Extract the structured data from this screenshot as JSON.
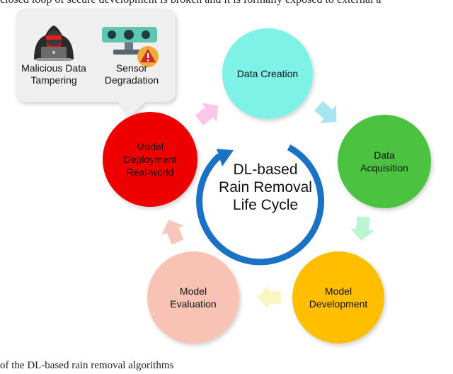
{
  "caption_fragment_top": "closed loop of secure development is broken and it is formally exposed to external a",
  "caption_fragment_bottom": "of the DL-based rain removal algorithms",
  "center": {
    "lines": [
      "DL-based",
      "Rain Removal",
      "Life Cycle"
    ],
    "arrow_color": "#1a72c4"
  },
  "stages": [
    {
      "id": "data-creation",
      "lines": [
        "Data Creation"
      ],
      "color": "#7ff2e8"
    },
    {
      "id": "data-acquisition",
      "lines": [
        "Data",
        "Acquisition"
      ],
      "color": "#4cc33f"
    },
    {
      "id": "model-development",
      "lines": [
        "Model",
        "Development"
      ],
      "color": "#ffbf00"
    },
    {
      "id": "model-evaluation",
      "lines": [
        "Model",
        "Evaluation"
      ],
      "color": "#f8c3b5"
    },
    {
      "id": "model-deployment",
      "lines": [
        "Model",
        "Deployment",
        "Real-world"
      ],
      "color": "#ee0000"
    }
  ],
  "arrow_colors": [
    "#a8e4f2",
    "#bdf5d2",
    "#fbf5c3",
    "#f9c6bb",
    "#fbc6ea"
  ],
  "threats": [
    {
      "id": "malicious-data-tampering",
      "lines": [
        "Malicious Data",
        "Tampering"
      ],
      "icon": "hacker-icon"
    },
    {
      "id": "sensor-degradation",
      "lines": [
        "Sensor",
        "Degradation"
      ],
      "icon": "sensor-warning-icon"
    }
  ],
  "callout_color": "#efefef"
}
